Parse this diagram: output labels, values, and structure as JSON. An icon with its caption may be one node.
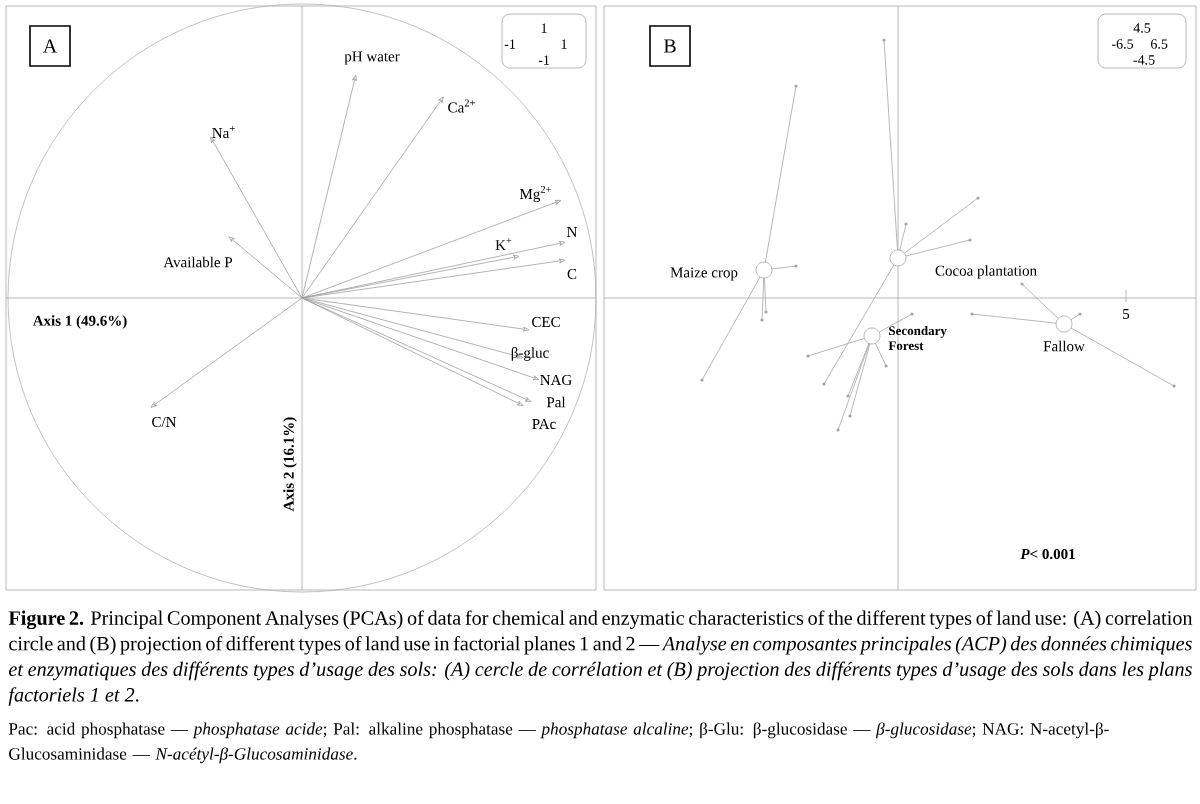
{
  "diagram": {
    "caption": "**Figure 2.** Principal Component Analyses (PCAs) of data for chemical and enzymatic characteristics of the different types of land use: (A) correlation circle and (B) projection of different types of land use in factorial planes 1 and 2 — *Analyse en composantes principales (ACP) des données chimiques et enzymatiques des différents types d’usage des sols: (A) cercle de corrélation et (B) projection des différents types d’usage des sols dans les plans factoriels 1 et 2*.",
    "nodes": [
      {
        "text": [
          "A"
        ]
      },
      {
        "text": [
          "B"
        ]
      }
    ],
    "labels": [
      "1",
      "-1",
      "1",
      "-1",
      "pH water",
      "Ca$^{2+}$",
      "Na$^{+}$",
      "Mg$^{2+}$",
      "N",
      "K$^{+}$",
      "Available P",
      "C",
      "Axis 1 (49.6%)",
      "CEC",
      "β-gluc",
      "NAG",
      "Pal",
      "C/N",
      "PAc",
      "Axis 2 (16.1%)",
      "4.5",
      "-6.5",
      "6.5",
      "-4.5",
      "Maize crop",
      "Cocoa plantation",
      "5",
      "Secondary Forest",
      "Fallow",
      "*P*< 0.001",
      "Pac: acid phosphatase — *phosphatase acide*; Pal: alkaline phosphatase — *phosphatase alcaline*; β-Glu: β-glucosidase — *β-glucosidase*; NAG: N-acetyl-β-Glucosaminidase — *N-acétyl-β-Glucosaminidase*."
    ]
  }
}
